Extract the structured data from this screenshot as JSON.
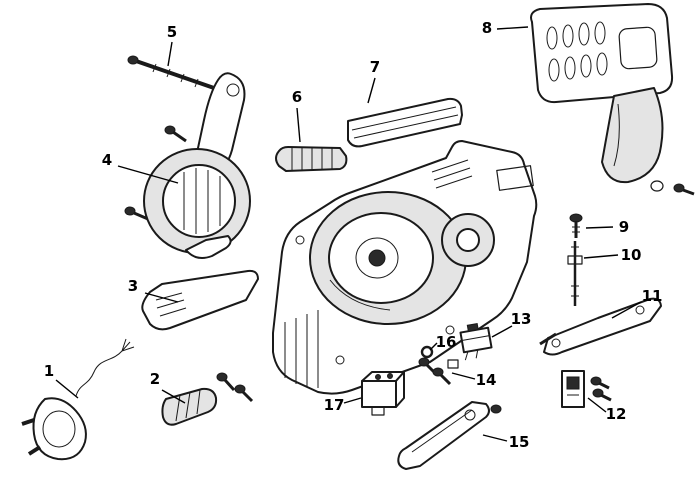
{
  "diagram": {
    "kind": "exploded-parts-diagram",
    "subject": "electric chainsaw exploded view line drawing",
    "background_color": "#ffffff",
    "line_color": "#1a1a1a",
    "label_color": "#000000"
  },
  "parts": [
    {
      "label": "1"
    },
    {
      "label": "2"
    },
    {
      "label": "3"
    },
    {
      "label": "4"
    },
    {
      "label": "5"
    },
    {
      "label": "6"
    },
    {
      "label": "7"
    },
    {
      "label": "8"
    },
    {
      "label": "9"
    },
    {
      "label": "10"
    },
    {
      "label": "11"
    },
    {
      "label": "12"
    },
    {
      "label": "13"
    },
    {
      "label": "14"
    },
    {
      "label": "15"
    },
    {
      "label": "16"
    },
    {
      "label": "17"
    }
  ]
}
